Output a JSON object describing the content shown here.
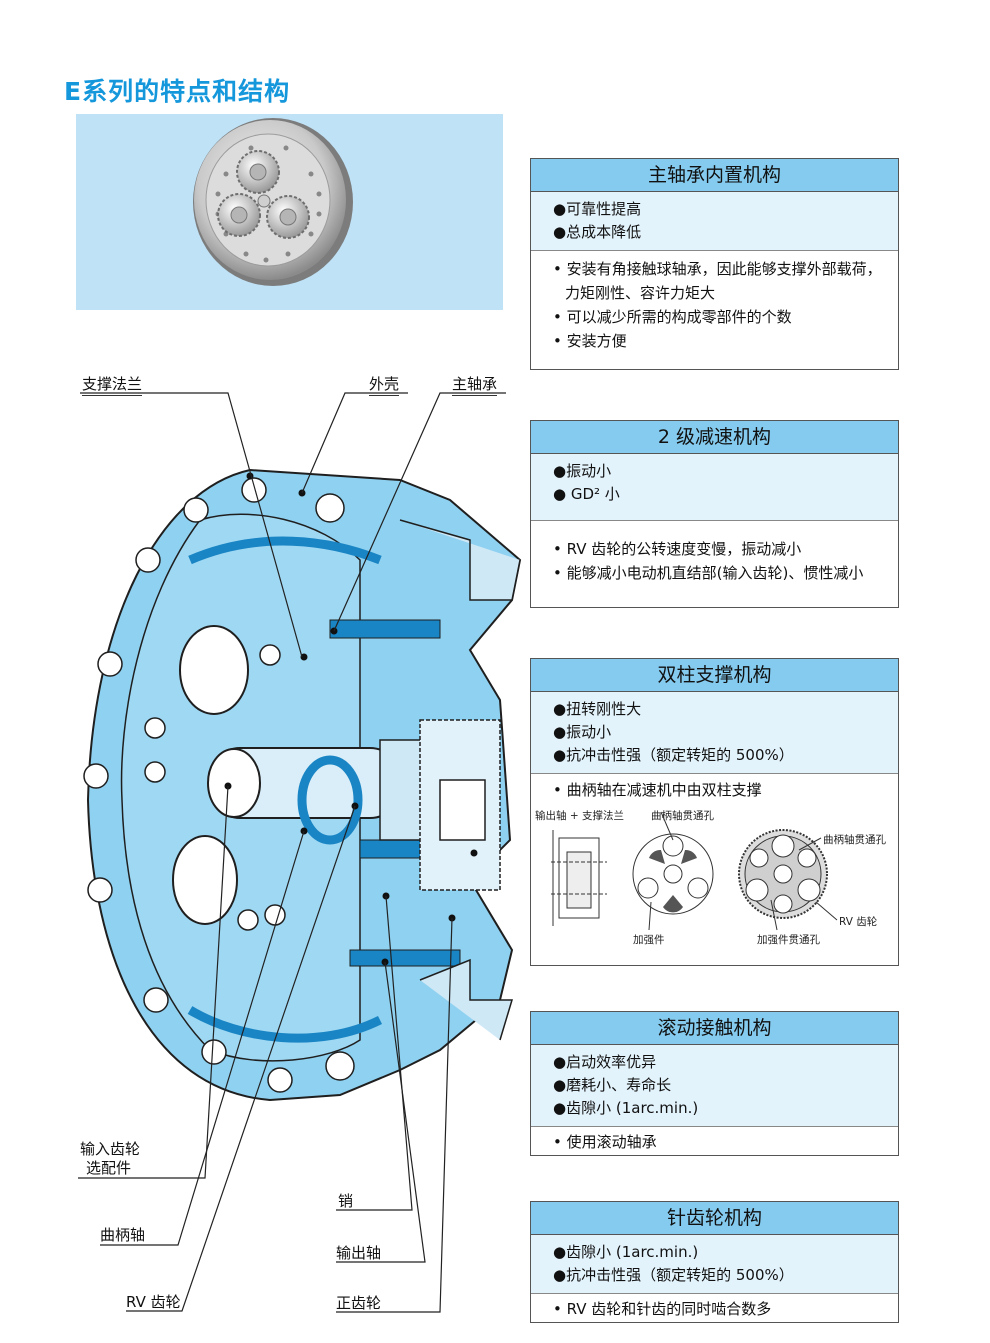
{
  "title": "E系列的特点和结构",
  "colors": {
    "accent": "#1597dc",
    "box_head": "#84cbef",
    "box_feat": "#e3f3fc",
    "body_blue": "#8fd1f0",
    "photo_bg": "#bfe2f6"
  },
  "labels": {
    "support_flange": "支撑法兰",
    "housing": "外壳",
    "main_bearing": "主轴承",
    "input_gear": "输入齿轮",
    "input_gear_note": "选配件",
    "crankshaft": "曲柄轴",
    "rv_gear": "RV 齿轮",
    "pin": "销",
    "output_shaft": "输出轴",
    "spur_gear": "正齿轮"
  },
  "boxes": [
    {
      "heading": "主轴承内置机构",
      "features": [
        "●可靠性提高",
        "●总成本降低"
      ],
      "desc": [
        "• 安装有角接触球轴承，因此能够支撑外部载荷，力矩刚性、容许力矩大",
        "• 可以减少所需的构成零部件的个数",
        "• 安装方便"
      ]
    },
    {
      "heading": "2 级减速机构",
      "features": [
        "●振动小",
        "● GD² 小"
      ],
      "desc": [
        "• RV 齿轮的公转速度变慢，振动减小",
        "• 能够减小电动机直结部(输入齿轮)、惯性减小"
      ]
    },
    {
      "heading": "双柱支撑机构",
      "features": [
        "●扭转刚性大",
        "●振动小",
        "●抗冲击性强（额定转矩的 500%）"
      ],
      "desc": [
        "• 曲柄轴在减速机中由双柱支撑"
      ],
      "diagram": {
        "output_shaft_flange": "输出轴 + 支撑法兰",
        "crank_hole": "曲柄轴贯通孔",
        "crank_hole_2": "曲柄轴贯通孔",
        "reinforcement": "加强件",
        "reinforcement_hole": "加强件贯通孔",
        "rv_gear": "RV 齿轮"
      }
    },
    {
      "heading": "滚动接触机构",
      "features": [
        "●启动效率优异",
        "●磨耗小、寿命长",
        "●齿隙小 (1arc.min.)"
      ],
      "desc": [
        "• 使用滚动轴承"
      ]
    },
    {
      "heading": "针齿轮机构",
      "features": [
        "●齿隙小 (1arc.min.)",
        "●抗冲击性强（额定转矩的 500%）"
      ],
      "desc": [
        "• RV 齿轮和针齿的同时啮合数多"
      ]
    }
  ]
}
